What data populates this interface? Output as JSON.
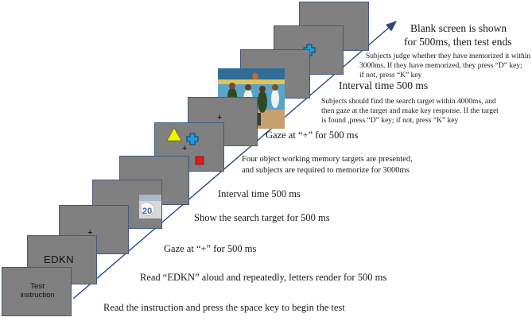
{
  "screens": {
    "instruction_text": "Test instruction",
    "letters_text": "EDKN",
    "fixation_symbol": "+"
  },
  "labels": {
    "instruction": "Read the instruction and press the space key to begin the test",
    "read_letters": "Read “EDKN” aloud and repeatedly, letters render for 500 ms",
    "gaze_1": "Gaze at “+”  for 500 ms",
    "show_target": "Show the search target for  500 ms",
    "interval_1": "Interval time 500 ms",
    "memory_line1": "Four object working memory targets are presented,",
    "memory_line2": "and subjects are required to memorize for 3000ms",
    "gaze_2": "Gaze at “+”  for 500 ms",
    "search_line1": "Subjects should find the search target within 4000ms, and",
    "search_line2": "then gaze at the target and make key response.  If the target",
    "search_line3": "is found ,press “D” key; if not, press “K”  key",
    "interval_2": "Interval time 500 ms",
    "judge_line1": "Subjects judge whether they have memorized it within",
    "judge_line2": "3000ms.  If  they have memorized, they press “D” key;",
    "judge_line3": "if not, press “K”  key",
    "end_line1": "Blank screen is shown",
    "end_line2": "for 500ms, then test ends"
  },
  "colors": {
    "screen_gray": "#808080",
    "screen_border": "#3f5a85",
    "arrow": "#2e4a7a",
    "triangle": "#f4f400",
    "cross_fill": "#1f9be0",
    "square": "#e01b1b"
  }
}
